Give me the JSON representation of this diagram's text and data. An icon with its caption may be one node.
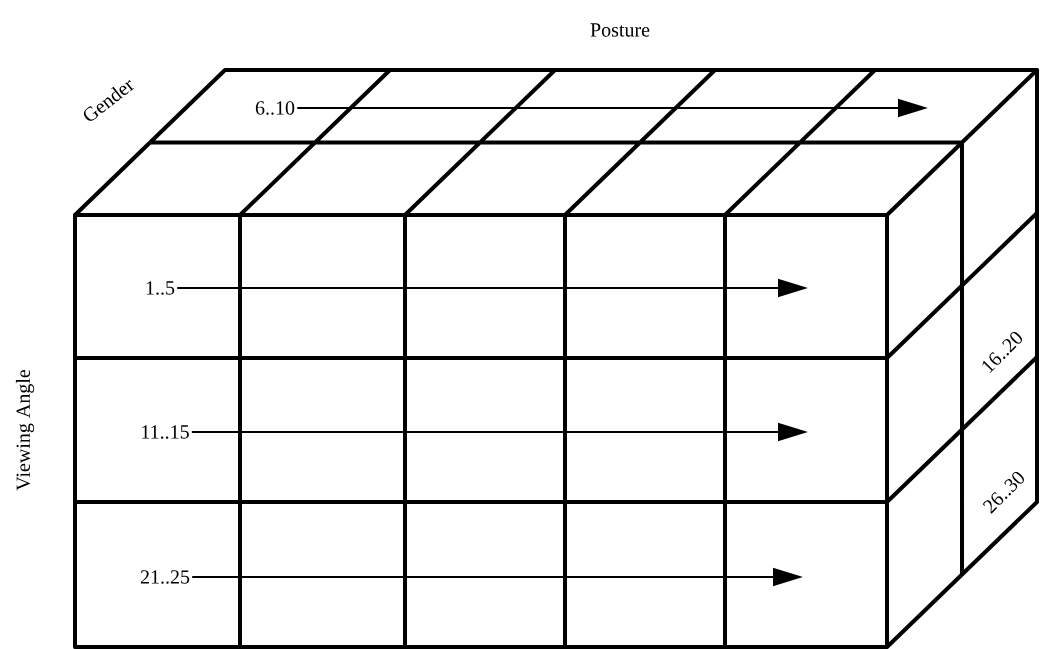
{
  "diagram": {
    "nodes": [
      {
        "text": [
          "6..10"
        ]
      },
      {
        "text": [
          "1..5"
        ]
      },
      {
        "text": [
          "16..20"
        ]
      },
      {
        "text": [
          "11..15"
        ]
      },
      {
        "text": [
          "26..30"
        ]
      },
      {
        "text": [
          "21..25"
        ]
      }
    ],
    "edges": [
      {
        "from": 0,
        "to": null,
        "arrow": "to"
      },
      {
        "from": 1,
        "to": null,
        "arrow": "to"
      },
      {
        "from": 3,
        "to": null,
        "arrow": "to"
      },
      {
        "from": 5,
        "to": null,
        "arrow": "to"
      }
    ],
    "labels": [
      "Posture",
      "Gender",
      "Viewing Angle"
    ]
  }
}
